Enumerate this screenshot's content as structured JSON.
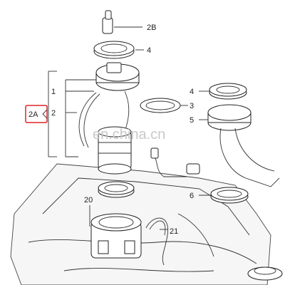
{
  "callouts": {
    "c2B": "2B",
    "c4a": "4",
    "c1": "1",
    "c2": "2",
    "c2A": "2A",
    "c4b": "4",
    "c3": "3",
    "c5": "5",
    "c6": "6",
    "c20": "20",
    "c21": "21"
  },
  "watermark": "en.china.cn",
  "colors": {
    "highlight": "#e0242b",
    "line": "#222222"
  }
}
